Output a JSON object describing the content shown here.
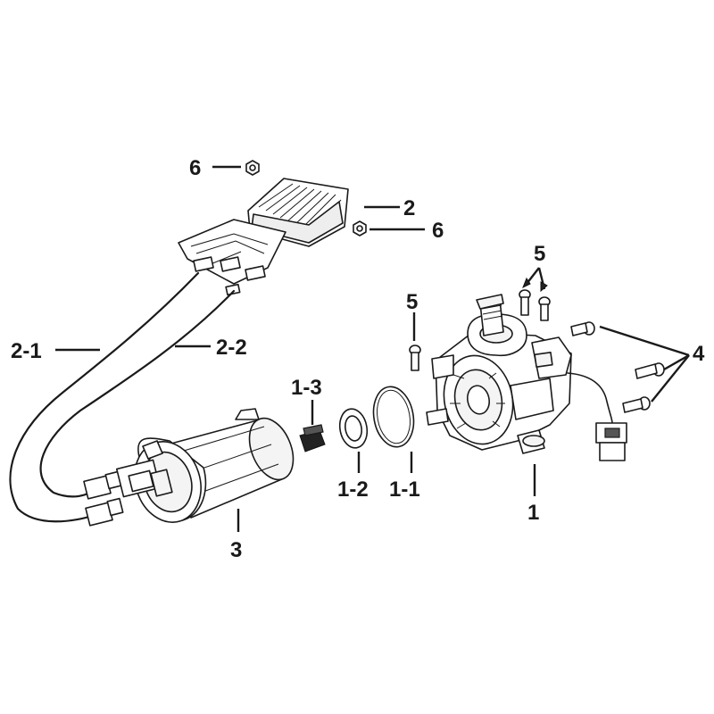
{
  "callouts": {
    "c1": "1",
    "c1_1": "1-1",
    "c1_2": "1-2",
    "c1_3": "1-3",
    "c2": "2",
    "c2_1": "2-1",
    "c2_2": "2-2",
    "c3": "3",
    "c4": "4",
    "c5a": "5",
    "c5b": "5",
    "c6a": "6",
    "c6b": "6"
  }
}
